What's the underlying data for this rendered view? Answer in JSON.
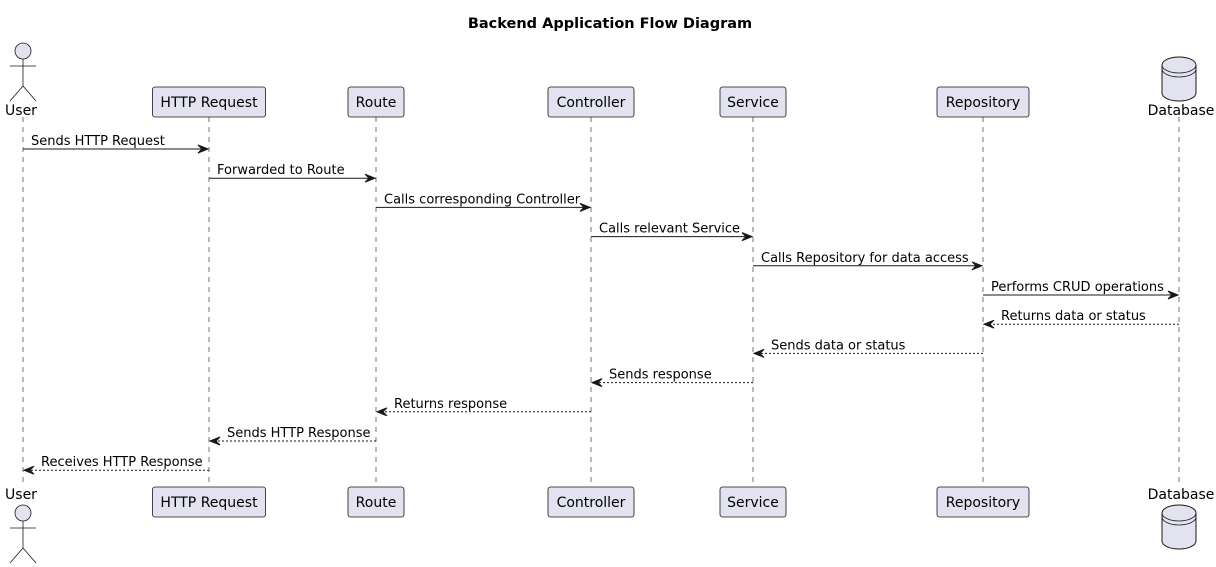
{
  "title": "Backend Application Flow Diagram",
  "participants": [
    {
      "id": "user",
      "label": "User",
      "kind": "actor"
    },
    {
      "id": "http",
      "label": "HTTP Request",
      "kind": "participant"
    },
    {
      "id": "route",
      "label": "Route",
      "kind": "participant"
    },
    {
      "id": "controller",
      "label": "Controller",
      "kind": "participant"
    },
    {
      "id": "service",
      "label": "Service",
      "kind": "participant"
    },
    {
      "id": "repository",
      "label": "Repository",
      "kind": "participant"
    },
    {
      "id": "database",
      "label": "Database",
      "kind": "database"
    }
  ],
  "messages": [
    {
      "from": "user",
      "to": "http",
      "label": "Sends HTTP Request",
      "style": "solid"
    },
    {
      "from": "http",
      "to": "route",
      "label": "Forwarded to Route",
      "style": "solid"
    },
    {
      "from": "route",
      "to": "controller",
      "label": "Calls corresponding Controller",
      "style": "solid"
    },
    {
      "from": "controller",
      "to": "service",
      "label": "Calls relevant Service",
      "style": "solid"
    },
    {
      "from": "service",
      "to": "repository",
      "label": "Calls Repository for data access",
      "style": "solid"
    },
    {
      "from": "repository",
      "to": "database",
      "label": "Performs CRUD operations",
      "style": "solid"
    },
    {
      "from": "database",
      "to": "repository",
      "label": "Returns data or status",
      "style": "dashed"
    },
    {
      "from": "repository",
      "to": "service",
      "label": "Sends data or status",
      "style": "dashed"
    },
    {
      "from": "service",
      "to": "controller",
      "label": "Sends response",
      "style": "dashed"
    },
    {
      "from": "controller",
      "to": "route",
      "label": "Returns response",
      "style": "dashed"
    },
    {
      "from": "route",
      "to": "http",
      "label": "Sends HTTP Response",
      "style": "dashed"
    },
    {
      "from": "http",
      "to": "user",
      "label": "Receives HTTP Response",
      "style": "dashed"
    }
  ]
}
